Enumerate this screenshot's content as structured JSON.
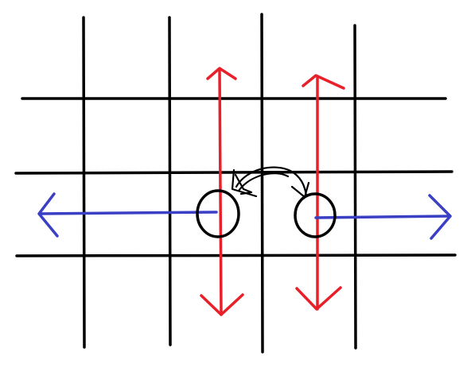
{
  "diagram": {
    "description_visible_text": "",
    "colors": {
      "background": "#ffffff",
      "grid": "#000000",
      "vertical_arrows": "#e8202a",
      "horizontal_arrows": "#3a3fc4",
      "circles": "#000000",
      "swap_arrow": "#000000"
    },
    "grid": {
      "vertical_lines": 4,
      "horizontal_lines": 3
    },
    "nodes": [
      {
        "id": "left-circle",
        "shape": "circle"
      },
      {
        "id": "right-circle",
        "shape": "circle"
      }
    ],
    "arrows": [
      {
        "id": "left-vertical",
        "direction": "up-down",
        "color": "red"
      },
      {
        "id": "right-vertical",
        "direction": "up-down",
        "color": "red"
      },
      {
        "id": "left-horizontal",
        "direction": "left",
        "color": "blue"
      },
      {
        "id": "right-horizontal",
        "direction": "right",
        "color": "blue"
      },
      {
        "id": "swap",
        "direction": "bidirectional-curved",
        "color": "black"
      }
    ]
  }
}
